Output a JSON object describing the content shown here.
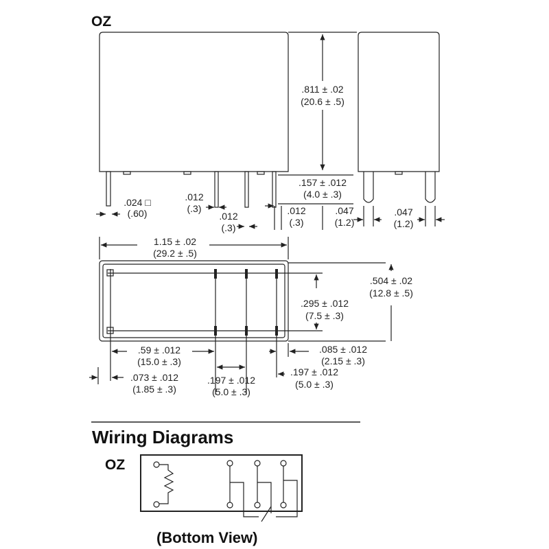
{
  "model_label": "OZ",
  "dimensions": {
    "height_in": ".811 ± .02",
    "height_mm": "(20.6 ± .5)",
    "pin_len_in": ".157 ± .012",
    "pin_len_mm": "(4.0 ± .3)",
    "pin_sq_in": ".024 □",
    "pin_sq_mm": "(.60)",
    "t1_in": ".012",
    "t1_mm": "(.3)",
    "t2_in": ".012",
    "t2_mm": "(.3)",
    "t3_in": ".012",
    "t3_mm": "(.3)",
    "w1_in": ".047",
    "w1_mm": "(1.2)",
    "w2_in": ".047",
    "w2_mm": "(1.2)",
    "length_in": "1.15 ± .02",
    "length_mm": "(29.2 ± .5)",
    "width_in": ".504 ± .02",
    "width_mm": "(12.8 ± .5)",
    "row_in": ".295 ± .012",
    "row_mm": "(7.5 ± .3)",
    "p59_in": ".59 ± .012",
    "p59_mm": "(15.0 ± .3)",
    "p085_in": ".085 ± .012",
    "p085_mm": "(2.15 ± .3)",
    "p073_in": ".073 ± .012",
    "p073_mm": "(1.85 ± .3)",
    "p197a_in": ".197 ± .012",
    "p197a_mm": "(5.0 ± .3)",
    "p197b_in": ".197 ± .012",
    "p197b_mm": "(5.0 ± .3)"
  },
  "wiring": {
    "title": "Wiring Diagrams",
    "model_label": "OZ",
    "caption": "(Bottom  View)"
  }
}
